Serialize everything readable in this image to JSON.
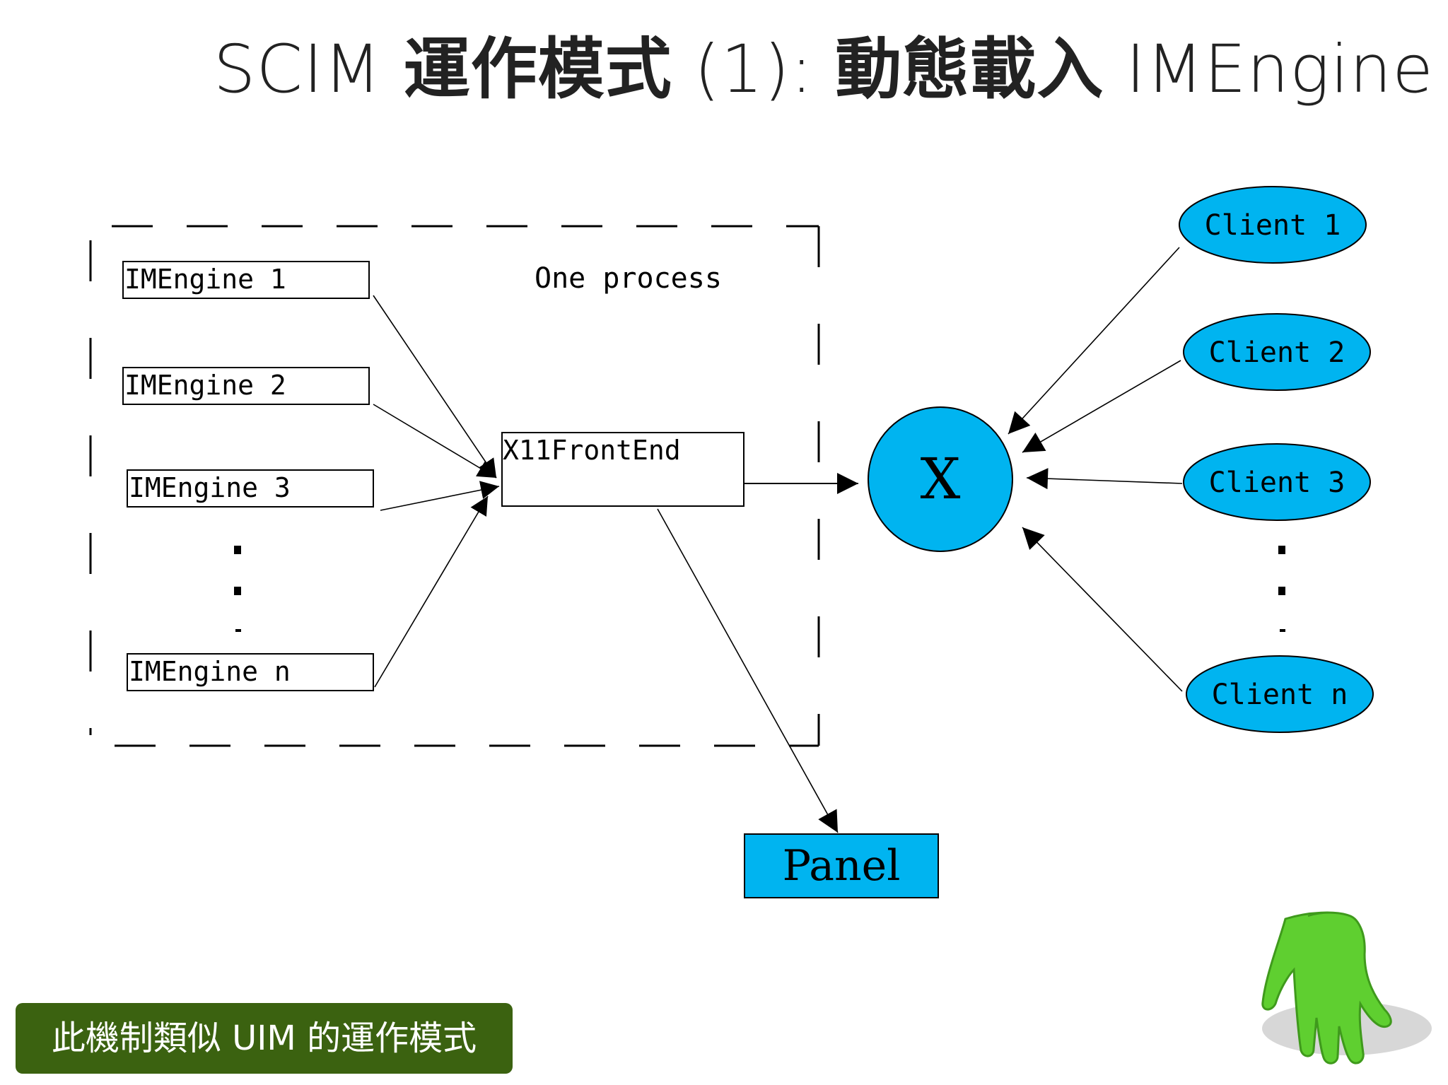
{
  "title": {
    "prefix": "SCIM ",
    "cjk1": "運作模式",
    "mid": " (1):  ",
    "cjk2": "動態載入",
    "suffix": " IMEngine"
  },
  "diagram": {
    "process_label": "One process",
    "engines": [
      "IMEngine 1",
      "IMEngine 2",
      "IMEngine 3",
      "IMEngine n"
    ],
    "frontend": "X11FrontEnd",
    "server": "X",
    "panel": "Panel",
    "clients": [
      "Client 1",
      "Client 2",
      "Client 3",
      "Client n"
    ]
  },
  "caption": "此機制類似 UIM 的運作模式",
  "colors": {
    "node_fill": "#00b4f0",
    "caption_bg": "#3b6210",
    "mascot": "#5fcf30"
  },
  "icons": {
    "mascot": "green-hand-mascot-icon"
  }
}
